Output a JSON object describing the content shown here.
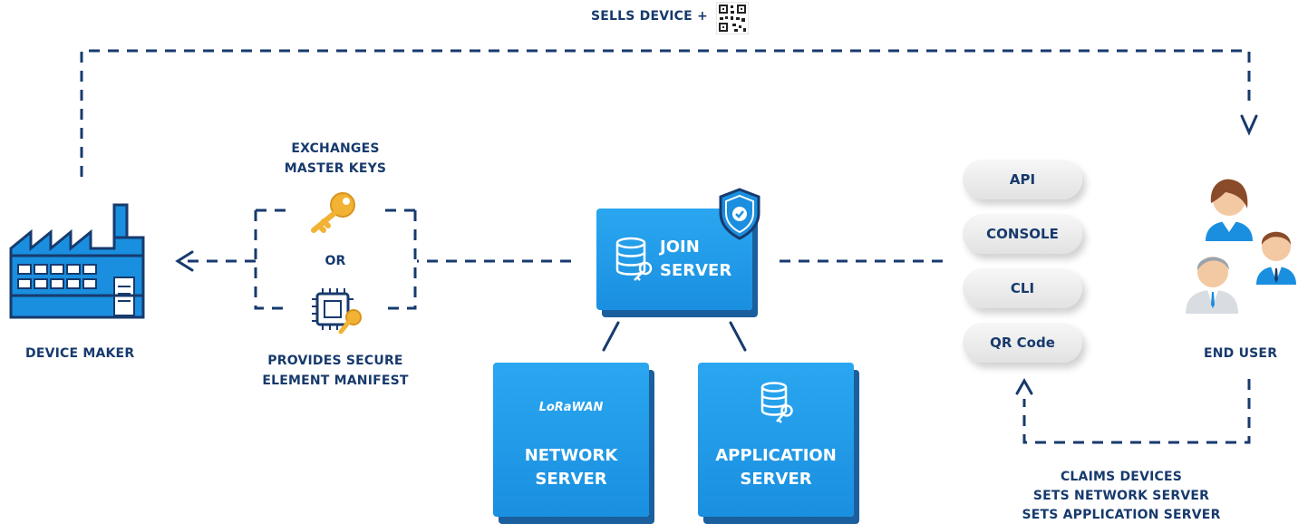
{
  "top": {
    "sells_device": "SELLS DEVICE +"
  },
  "device_maker": {
    "label": "DEVICE MAKER"
  },
  "keys": {
    "exchanges": "EXCHANGES",
    "master_keys": "MASTER KEYS",
    "or": "OR",
    "provides": "PROVIDES SECURE",
    "manifest": "ELEMENT MANIFEST"
  },
  "join_server": {
    "line1": "JOIN",
    "line2": "SERVER"
  },
  "network_server": {
    "logo": "LoRaWAN",
    "line1": "NETWORK",
    "line2": "SERVER"
  },
  "application_server": {
    "line1": "APPLICATION",
    "line2": "SERVER"
  },
  "interfaces": [
    "API",
    "CONSOLE",
    "CLI",
    "QR Code"
  ],
  "end_user": {
    "label": "END USER"
  },
  "claims": {
    "line1": "CLAIMS DEVICES",
    "line2": "SETS NETWORK SERVER",
    "line3": "SETS APPLICATION SERVER"
  },
  "colors": {
    "navy": "#173a6d",
    "blue": "#1a8fe0",
    "shadow": "#1b5f9e",
    "key": "#f2b233"
  }
}
